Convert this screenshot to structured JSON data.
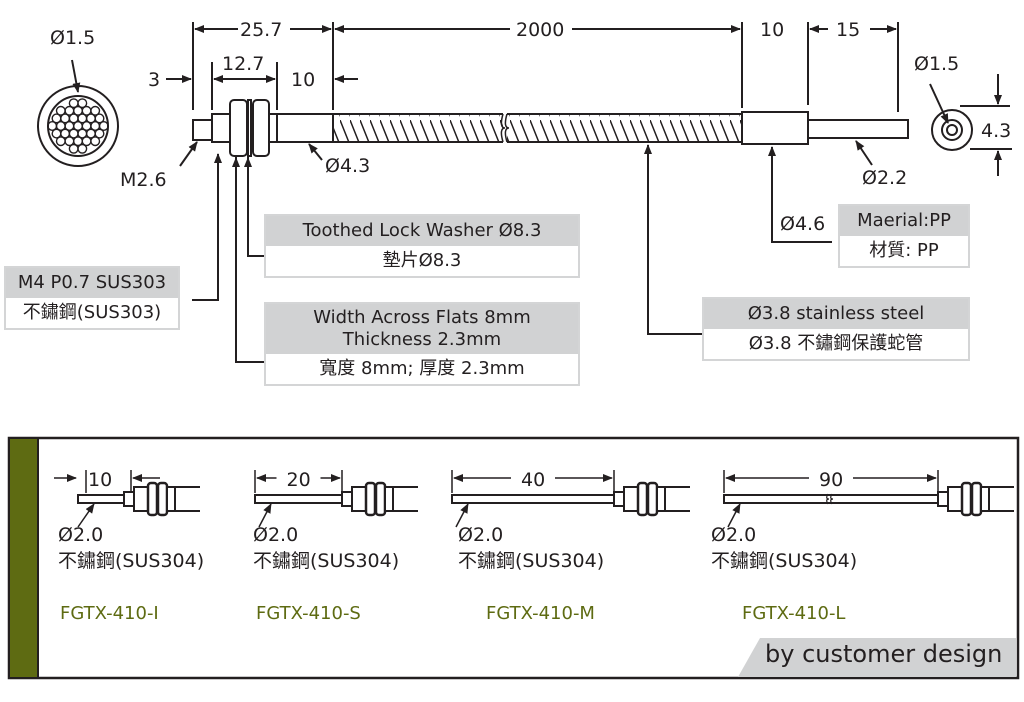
{
  "main_drawing": {
    "dimensions": {
      "total_head_length": "25.7",
      "thread_length": "12.7",
      "tip_length": "3",
      "sleeve_length": "10",
      "cable_length": "2000",
      "end_ferrule_length": "10",
      "end_pin_length": "15"
    },
    "callouts": {
      "fiber_bundle_dia": "Ø1.5",
      "tip_thread": "M2.6",
      "sleeve_dia": "Ø4.3",
      "end_dia_ferrule": "Ø4.6",
      "end_pin_dia": "Ø2.2",
      "end_face_core_dia": "Ø1.5",
      "end_face_outer_dia": "4.3"
    },
    "labels": {
      "thread": {
        "en": "M4 P0.7 SUS303",
        "zh": "不鏽鋼(SUS303)"
      },
      "washer": {
        "en": "Toothed Lock Washer Ø8.3",
        "zh": "墊片Ø8.3"
      },
      "nut": {
        "en_line1": "Width Across Flats 8mm",
        "en_line2": "Thickness 2.3mm",
        "zh": "寬度 8mm; 厚度 2.3mm"
      },
      "sheath": {
        "en": "Ø3.8 stainless steel",
        "zh": "Ø3.8 不鏽鋼保護蛇管"
      },
      "material": {
        "en": "Maerial:PP",
        "zh": "材質: PP"
      }
    }
  },
  "variants_panel": {
    "accent_color": "#5e6b12",
    "variants": [
      {
        "length": "10",
        "dia": "Ø2.0",
        "material": "不鏽鋼(SUS304)",
        "model": "FGTX-410-I"
      },
      {
        "length": "20",
        "dia": "Ø2.0",
        "material": "不鏽鋼(SUS304)",
        "model": "FGTX-410-S"
      },
      {
        "length": "40",
        "dia": "Ø2.0",
        "material": "不鏽鋼(SUS304)",
        "model": "FGTX-410-M"
      },
      {
        "length": "90",
        "dia": "Ø2.0",
        "material": "不鏽鋼(SUS304)",
        "model": "FGTX-410-L"
      }
    ],
    "custom_note": "by customer design"
  }
}
